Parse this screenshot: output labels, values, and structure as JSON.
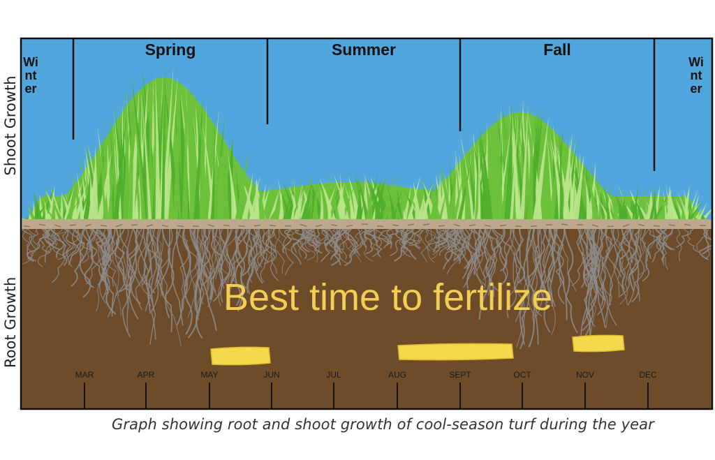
{
  "axis_labels": {
    "shoot": "Shoot Growth",
    "root": "Root Growth"
  },
  "seasons": [
    "Spring",
    "Summer",
    "Fall"
  ],
  "winter_left": "Winter",
  "winter_right": "Winter",
  "months": [
    "MAR",
    "APR",
    "MAY",
    "JUN",
    "JUL",
    "AUG",
    "SEPT",
    "OCT",
    "NOV",
    "DEC"
  ],
  "overlay_text": "Best time to fertilize",
  "caption": "Graph showing root and shoot growth of cool-season turf during the year",
  "colors": {
    "sky": "#52a6de",
    "grass": "#6cc03a",
    "grass_light": "#b9e48a",
    "soil": "#6e4c2a",
    "soil_line": "#bca98d",
    "roots": "#8c8c8c",
    "highlight": "#f3d94b"
  },
  "fertilize_periods": [
    {
      "from": "mid May",
      "to": "June"
    },
    {
      "from": "August",
      "to": "October"
    },
    {
      "from": "November",
      "to": "mid November"
    }
  ]
}
